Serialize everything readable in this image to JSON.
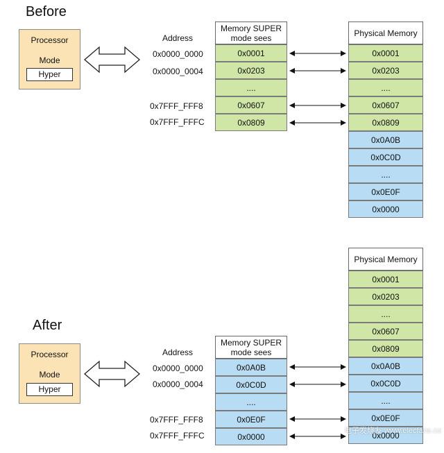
{
  "colors": {
    "green": "#cfe6a7",
    "blue": "#b8dcf3",
    "processor": "#fbe3b5"
  },
  "before": {
    "title": "Before",
    "processor": {
      "label": "Processor",
      "mode_label": "Mode",
      "mode_value": "Hyper"
    },
    "address_header": "Address",
    "addresses": [
      "0x0000_0000",
      "0x0000_0004",
      "",
      "0x7FFF_FFF8",
      "0x7FFF_FFFC"
    ],
    "super_header": "Memory SUPER mode sees",
    "super_cells": [
      "0x0001",
      "0x0203",
      "....",
      "0x0607",
      "0x0809"
    ],
    "phys_header": "Physical Memory",
    "phys_cells": [
      "0x0001",
      "0x0203",
      "....",
      "0x0607",
      "0x0809",
      "0x0A0B",
      "0x0C0D",
      "....",
      "0x0E0F",
      "0x0000"
    ]
  },
  "after": {
    "title": "After",
    "processor": {
      "label": "Processor",
      "mode_label": "Mode",
      "mode_value": "Hyper"
    },
    "address_header": "Address",
    "addresses": [
      "0x0000_0000",
      "0x0000_0004",
      "",
      "0x7FFF_FFF8",
      "0x7FFF_FFFC"
    ],
    "super_header": "Memory SUPER mode sees",
    "super_cells": [
      "0x0A0B",
      "0x0C0D",
      "....",
      "0x0E0F",
      "0x0000"
    ],
    "phys_header": "Physical Memory",
    "phys_cells": [
      "0x0001",
      "0x0203",
      "....",
      "0x0607",
      "0x0809",
      "0x0A0B",
      "0x0C0D",
      "....",
      "0x0E0F",
      "0x0000"
    ]
  },
  "watermark": "电子发烧友 www.elecfans.com"
}
